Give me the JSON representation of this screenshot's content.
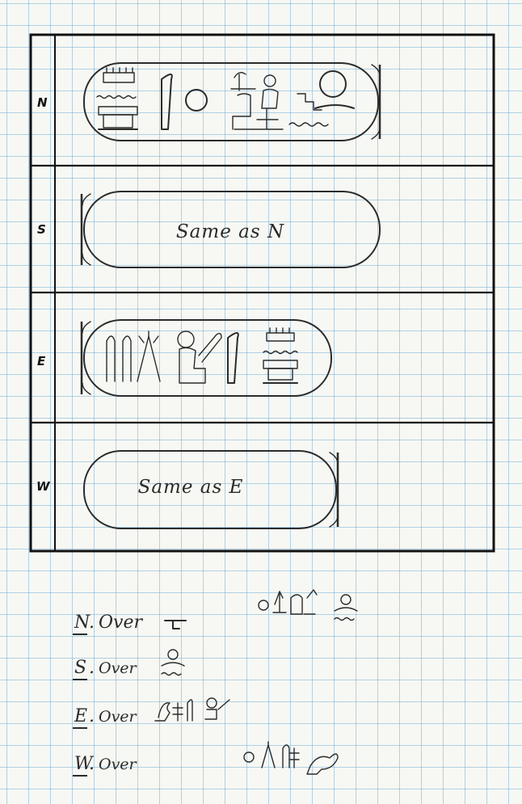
{
  "table": {
    "rows": [
      {
        "side": "N",
        "note": ""
      },
      {
        "side": "S",
        "note": "Same as N"
      },
      {
        "side": "E",
        "note": ""
      },
      {
        "side": "W",
        "note": "Same as E"
      }
    ]
  },
  "notes": [
    {
      "side": "N",
      "text": "Over"
    },
    {
      "side": "S",
      "text": "Over"
    },
    {
      "side": "E",
      "text": "Over"
    },
    {
      "side": "W",
      "text": "Over"
    }
  ]
}
